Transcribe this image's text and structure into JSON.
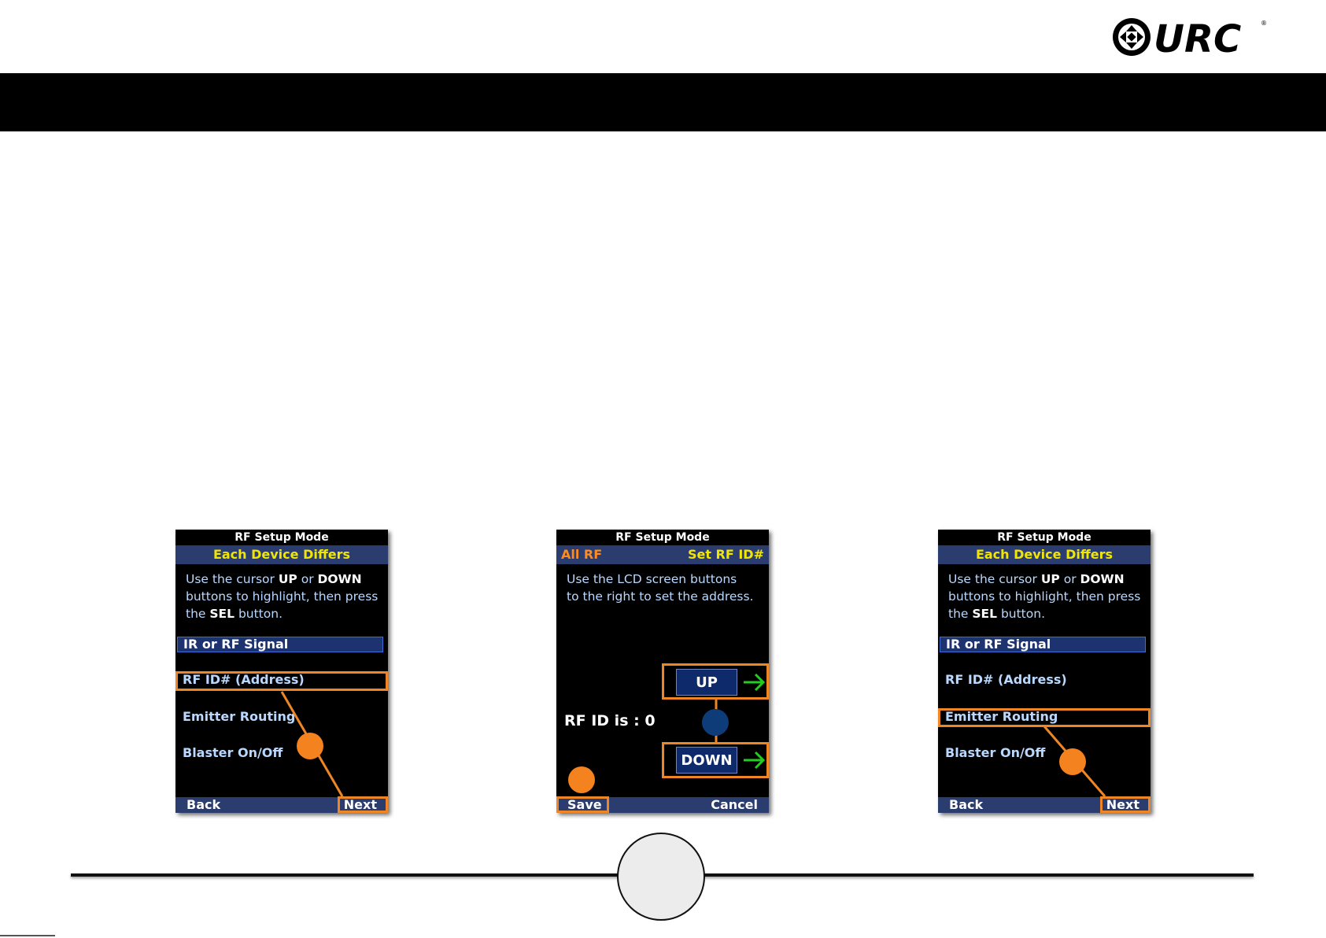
{
  "brand": {
    "logo_text": "URC"
  },
  "screens": [
    {
      "title": "RF Setup Mode",
      "subtitle": "Each Device Differs",
      "instructions": {
        "p1": "Use the cursor ",
        "up": "UP",
        "p2": " or ",
        "down": "DOWN",
        "line2": "buttons to highlight, then press",
        "p3": "the ",
        "sel": "SEL",
        "p4": " button."
      },
      "menu": [
        "IR or RF Signal",
        "RF ID# (Address)",
        "Emitter Routing",
        "Blaster On/Off"
      ],
      "footer": {
        "left": "Back",
        "right": "Next"
      }
    },
    {
      "title": "RF Setup Mode",
      "subtitle_left": "All RF",
      "subtitle_right": "Set RF ID#",
      "instructions": {
        "line1": "Use the LCD screen buttons",
        "line2": "to the right to set the address."
      },
      "up_label": "UP",
      "down_label": "DOWN",
      "status": "RF ID is : 0",
      "footer": {
        "left": "Save",
        "right": "Cancel"
      }
    },
    {
      "title": "RF Setup Mode",
      "subtitle": "Each Device Differs",
      "instructions": {
        "p1": "Use the cursor ",
        "up": "UP",
        "p2": " or ",
        "down": "DOWN",
        "line2": "buttons to highlight, then press",
        "p3": "the ",
        "sel": "SEL",
        "p4": " button."
      },
      "menu": [
        "IR or RF Signal",
        "RF ID# (Address)",
        "Emitter Routing",
        "Blaster On/Off"
      ],
      "footer": {
        "left": "Back",
        "right": "Next"
      }
    }
  ],
  "colors": {
    "highlight": "#ef8625",
    "callout": "#f4821f",
    "callout_blue": "#0e3c78",
    "subtitle_yellow": "#f2e600",
    "menu_text": "#b9d8ff",
    "bar_blue": "#2b3c6e"
  }
}
